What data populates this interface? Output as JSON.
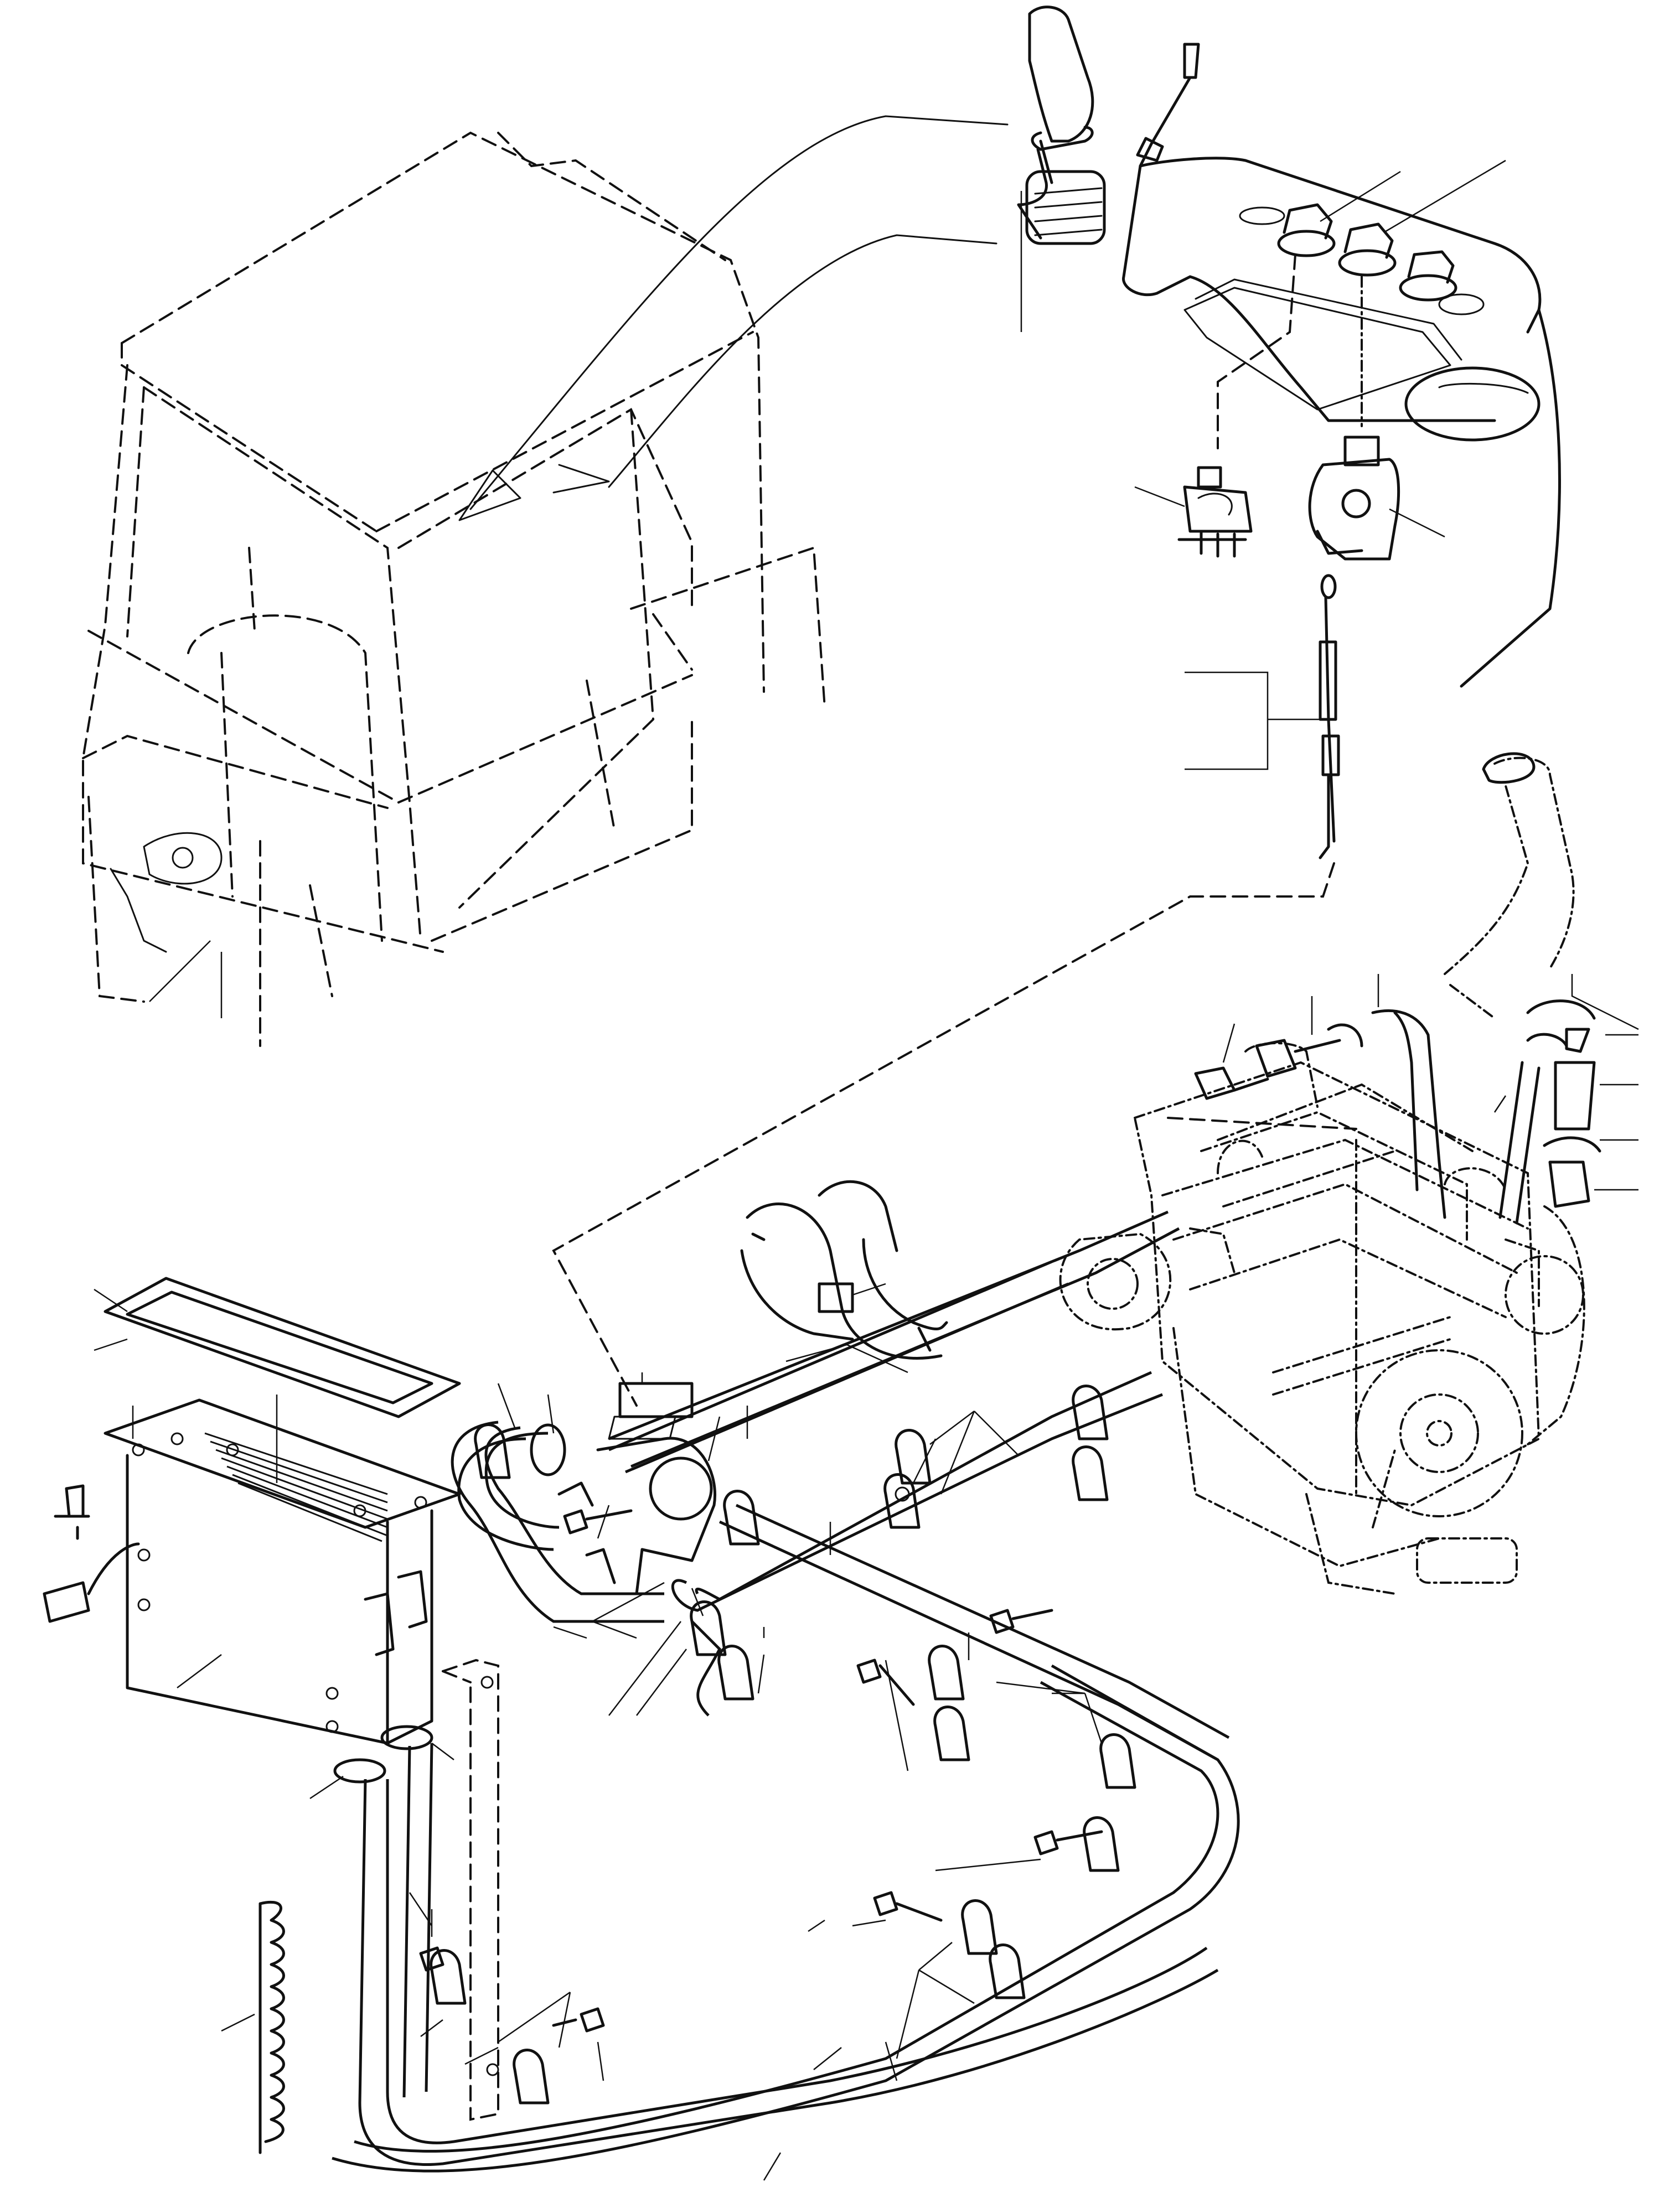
{
  "figure": {
    "labels": [],
    "components": [
      "cab",
      "control-lever",
      "dashboard-panel",
      "heater-switch",
      "heater-valve",
      "valve-cable",
      "coolant-hose",
      "hose-clamp",
      "hose-fitting",
      "engine",
      "heater-core",
      "heater-frame",
      "hose-connector",
      "cable-tie",
      "mounting-clip",
      "mounting-bolt",
      "bracket",
      "protective-sleeve"
    ]
  }
}
